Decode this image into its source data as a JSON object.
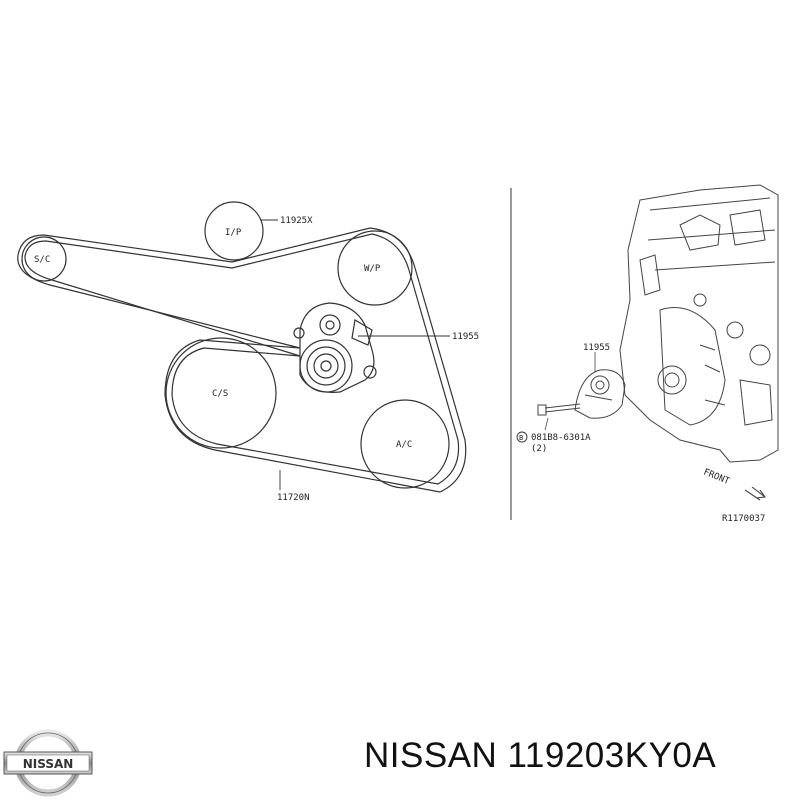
{
  "belt_diagram": {
    "pulleys": {
      "sc": "S/C",
      "ip": "I/P",
      "wp": "W/P",
      "cs": "C/S",
      "ac": "A/C"
    },
    "callouts": {
      "idler_part": "11925X",
      "tensioner_part": "11955",
      "belt_part": "11720N"
    }
  },
  "engine_view": {
    "tensioner_part": "11955",
    "bolt_part": "081B8-6301A",
    "bolt_marker": "B",
    "bolt_qty": "(2)",
    "front_label": "FRONT",
    "figure_id": "R1170037"
  },
  "caption": {
    "brand": "NISSAN",
    "part_number": "119203KY0A"
  },
  "logo": {
    "text": "NISSAN"
  }
}
